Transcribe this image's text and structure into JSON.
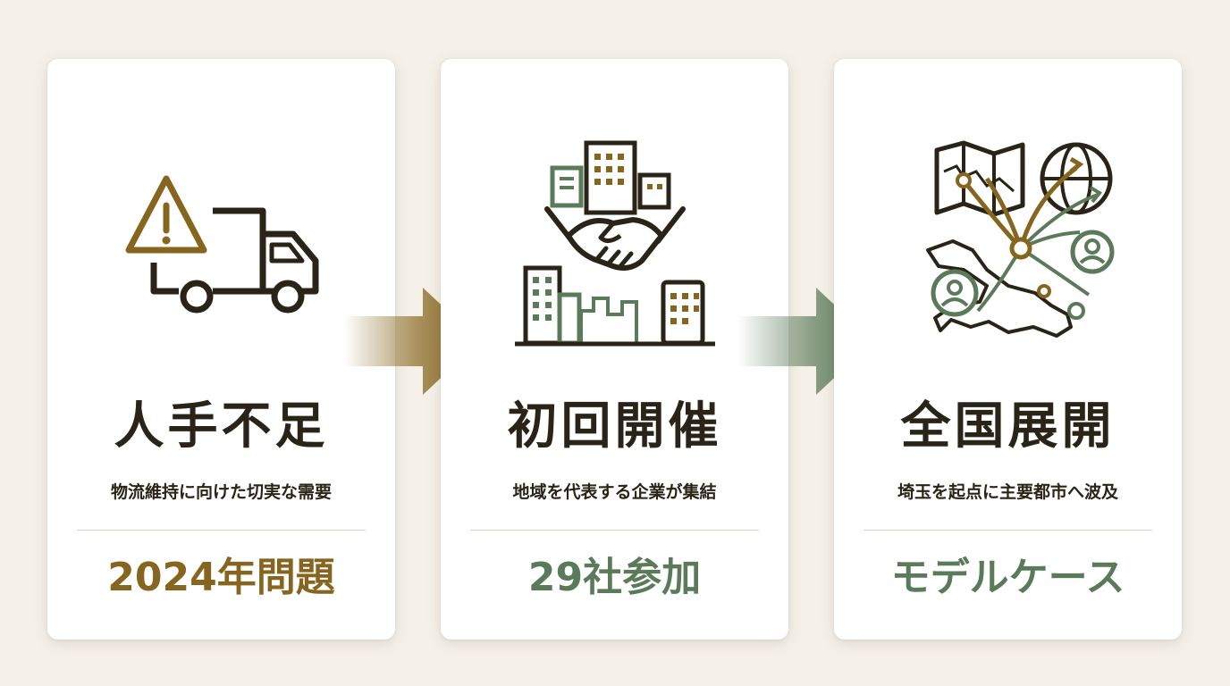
{
  "colors": {
    "background": "#f5f1e8",
    "card": "#ffffff",
    "ink": "#2a2418",
    "gold": "#86651e",
    "green": "#5b7a5a"
  },
  "cards": [
    {
      "icon": "truck-warning-icon",
      "title": "人手不足",
      "subtitle": "物流維持に向けた切実な需要",
      "stat": "2024年問題",
      "stat_color": "#86651e"
    },
    {
      "icon": "handshake-buildings-icon",
      "title": "初回開催",
      "subtitle": "地域を代表する企業が集結",
      "stat": "29社参加",
      "stat_color": "#5b7a5a"
    },
    {
      "icon": "map-network-globe-icon",
      "title": "全国展開",
      "subtitle": "埼玉を起点に主要都市へ波及",
      "stat": "モデルケース",
      "stat_color": "#5b7a5a"
    }
  ],
  "arrows": [
    {
      "icon": "arrow-right-gold-icon"
    },
    {
      "icon": "arrow-right-green-icon"
    }
  ]
}
